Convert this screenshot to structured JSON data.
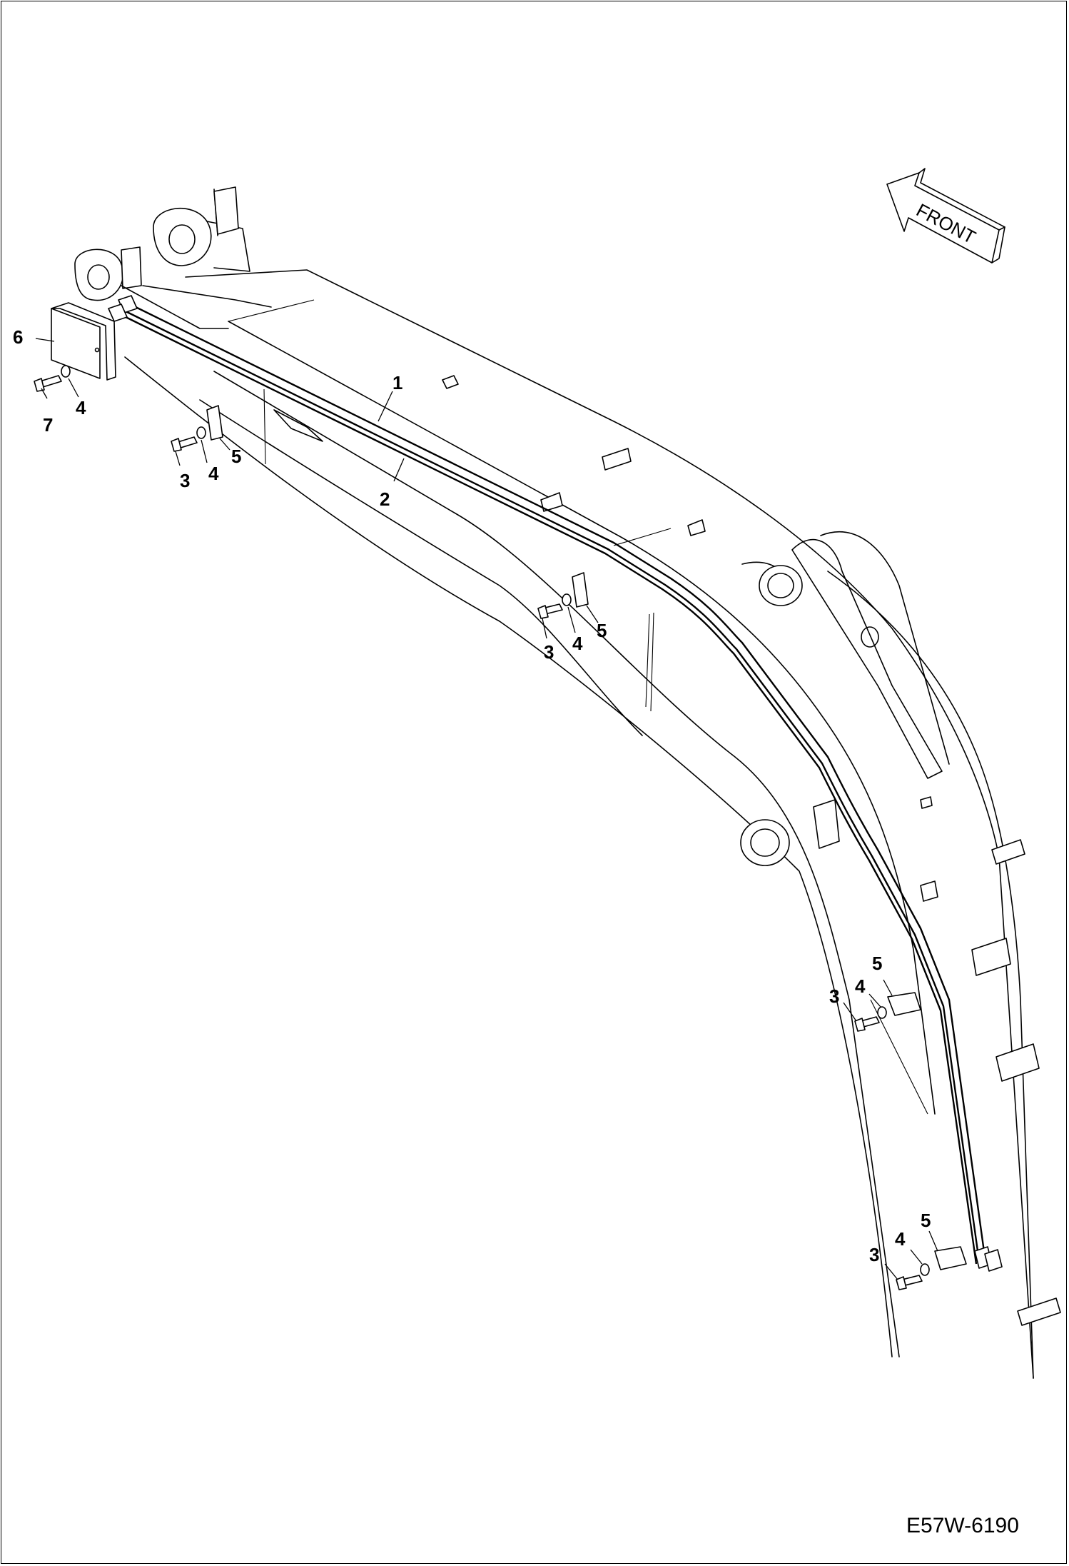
{
  "drawing": {
    "code": "E57W-6190",
    "direction_label": "FRONT"
  },
  "callouts": [
    {
      "id": "c1",
      "label": "1"
    },
    {
      "id": "c2",
      "label": "2"
    },
    {
      "id": "c3a",
      "label": "3"
    },
    {
      "id": "c3b",
      "label": "3"
    },
    {
      "id": "c3c",
      "label": "3"
    },
    {
      "id": "c3d",
      "label": "3"
    },
    {
      "id": "c4a",
      "label": "4"
    },
    {
      "id": "c4b",
      "label": "4"
    },
    {
      "id": "c4c",
      "label": "4"
    },
    {
      "id": "c4d",
      "label": "4"
    },
    {
      "id": "c4e",
      "label": "4"
    },
    {
      "id": "c5a",
      "label": "5"
    },
    {
      "id": "c5b",
      "label": "5"
    },
    {
      "id": "c5c",
      "label": "5"
    },
    {
      "id": "c5d",
      "label": "5"
    },
    {
      "id": "c6",
      "label": "6"
    },
    {
      "id": "c7",
      "label": "7"
    }
  ]
}
